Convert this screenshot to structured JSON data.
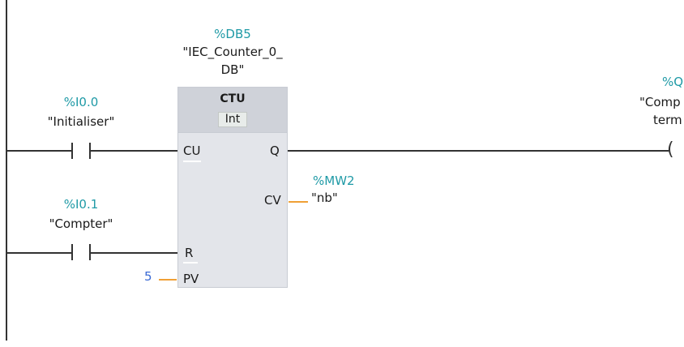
{
  "block": {
    "instance_address": "%DB5",
    "instance_name_line1": "\"IEC_Counter_0_",
    "instance_name_line2": "DB\"",
    "type": "CTU",
    "data_type": "Int",
    "pins": {
      "cu": "CU",
      "q": "Q",
      "cv": "CV",
      "r": "R",
      "pv": "PV"
    }
  },
  "contacts": [
    {
      "address": "%I0.0",
      "symbol": "\"Initialiser\""
    },
    {
      "address": "%I0.1",
      "symbol": "\"Compter\""
    }
  ],
  "cv_output": {
    "address": "%MW2",
    "symbol": "\"nb\""
  },
  "pv_input": {
    "value": "5"
  },
  "coil": {
    "address": "%Q",
    "symbol_line1": "\"Comp",
    "symbol_line2": "term"
  },
  "colors": {
    "address": "#1f9aa6",
    "pv_constant": "#3a6ad4",
    "connector": "#f0a035",
    "wire": "#333333"
  }
}
